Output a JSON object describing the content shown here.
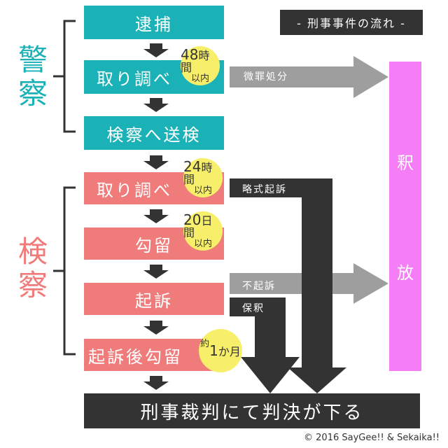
{
  "title": "- 刑事事件の流れ -",
  "phases": {
    "police": [
      "警",
      "察"
    ],
    "prosecution": [
      "検",
      "察"
    ]
  },
  "steps": {
    "arrest": "逮捕",
    "police_investigation": "取り調べ",
    "send_to_prosecutor": "検察へ送検",
    "prosecutor_investigation": "取り調べ",
    "detention": "勾留",
    "indictment": "起訴",
    "post_indictment_detention": "起訴後勾留",
    "trial": "刑事裁判にて判決が下る"
  },
  "badges": {
    "b1": {
      "num": "48",
      "unit": "時間",
      "line2": "以内"
    },
    "b2": {
      "num": "24",
      "unit": "時間",
      "line2": "以内"
    },
    "b3": {
      "num": "20",
      "unit": "日間",
      "line2": "以内"
    },
    "b4": {
      "pre": "約",
      "num": "1",
      "unit": "か月"
    }
  },
  "branches": {
    "minor_offense": "微罪処分",
    "summary_indictment": "略式起訴",
    "non_indictment": "不起訴",
    "bail": "保釈"
  },
  "release": [
    "釈",
    "放"
  ],
  "copyright": "© 2016 SayGee!! & Sekaika!!",
  "colors": {
    "teal": "#1bb2b7",
    "pink": "#f07b7b",
    "gray": "#9e9e9e",
    "dark": "#333333",
    "magenta": "#f57ef7",
    "badge_yellow": "#f7ef6a"
  }
}
